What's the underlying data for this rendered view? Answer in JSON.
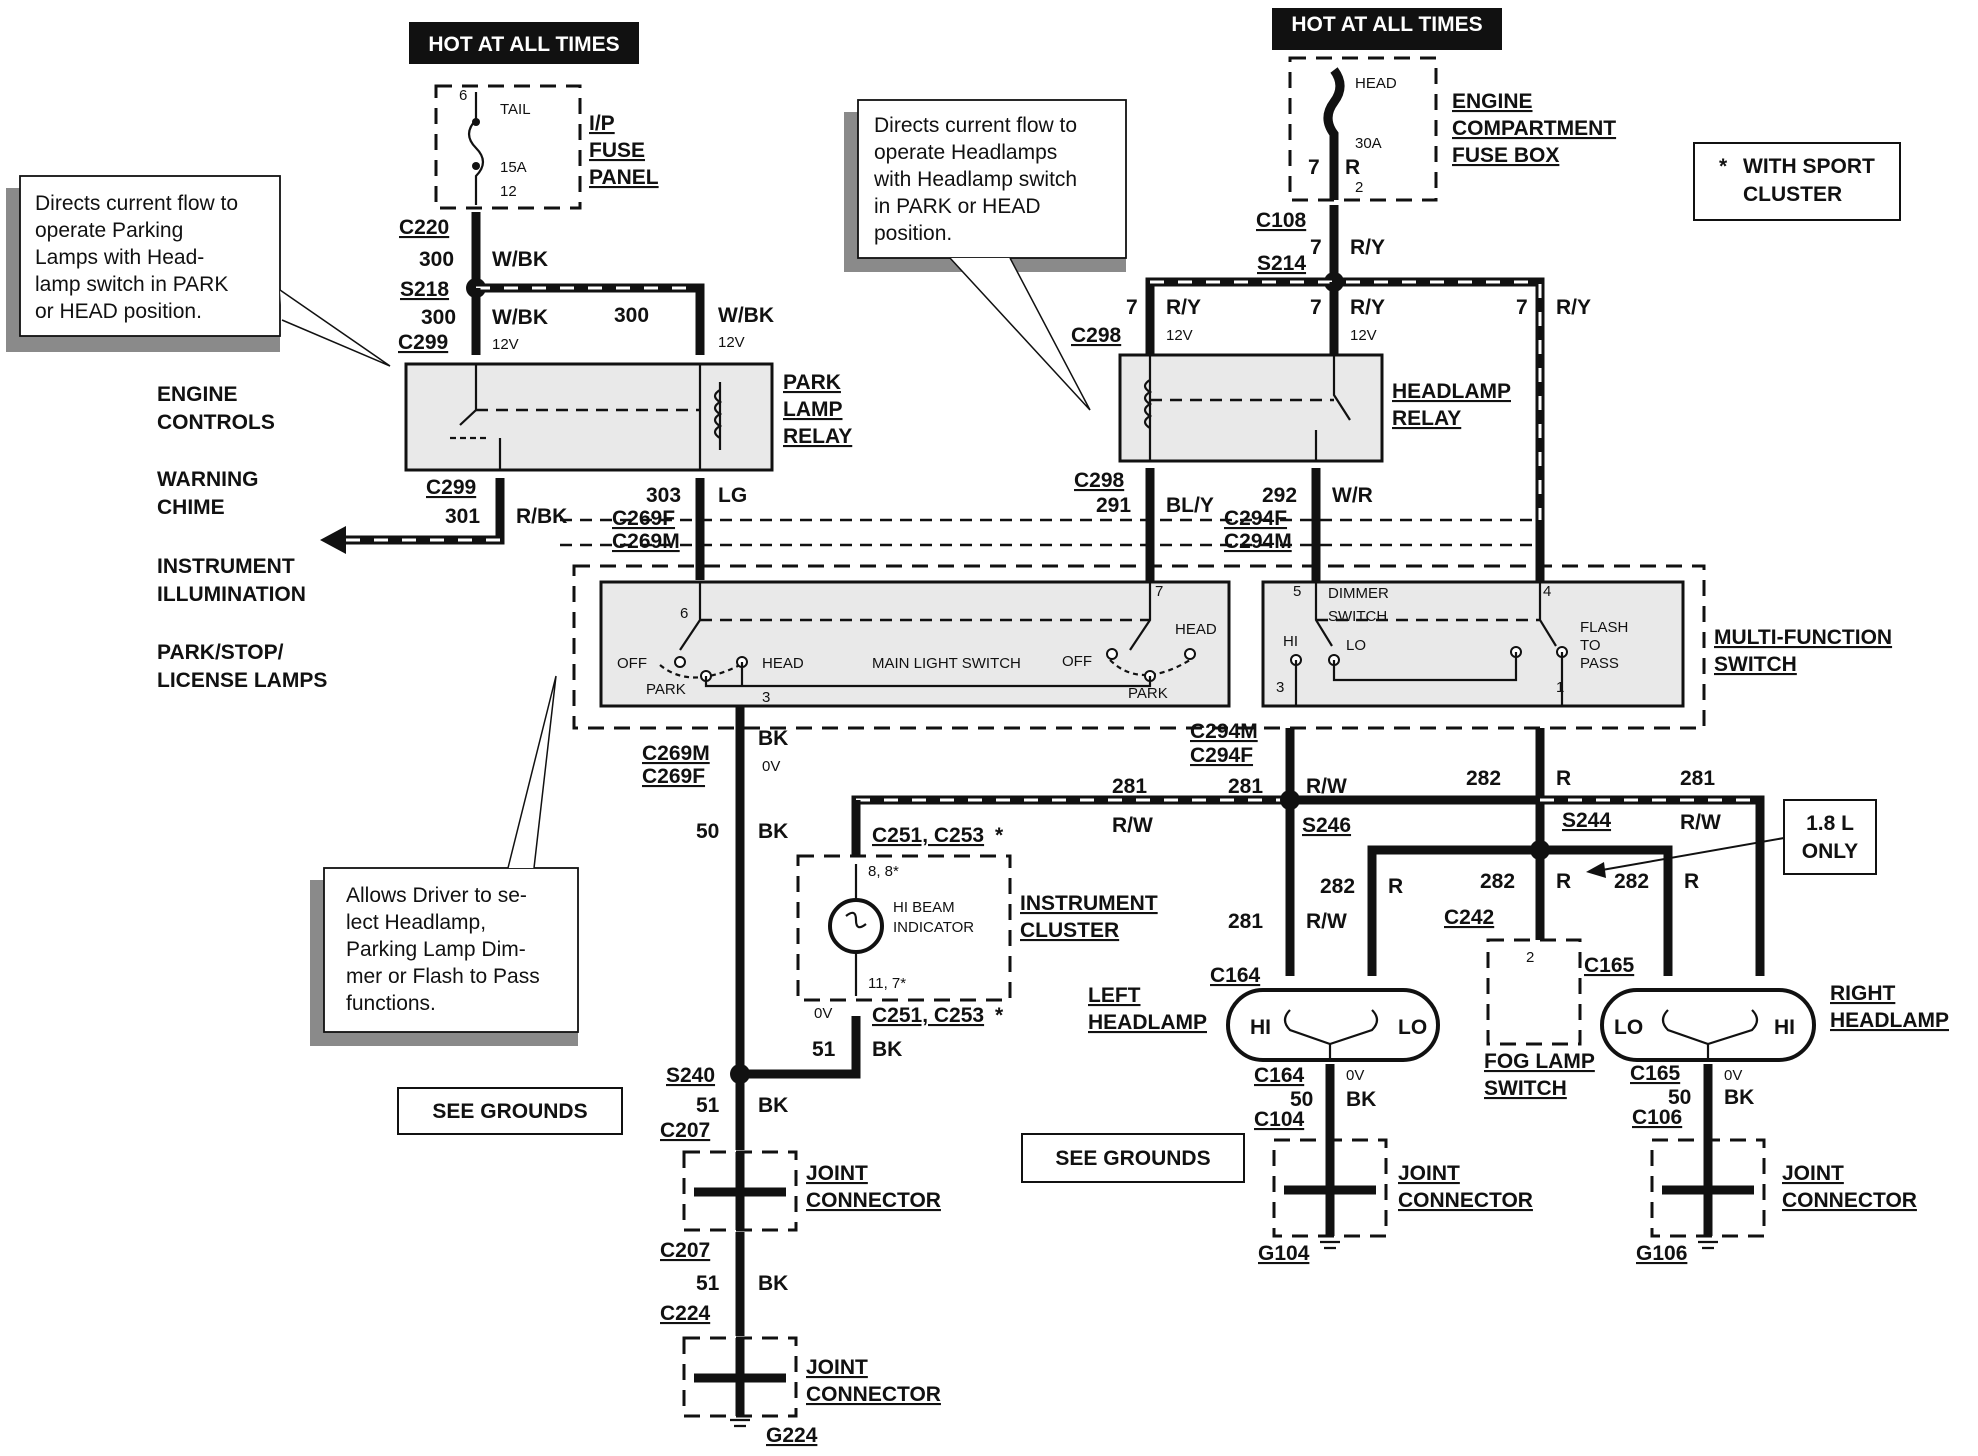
{
  "hot_at_all_times": [
    "HOT AT ALL TIMES",
    "HOT AT ALL TIMES"
  ],
  "legend": {
    "star": "*",
    "text1": "WITH SPORT",
    "text2": "CLUSTER"
  },
  "callouts": {
    "parking": [
      "Directs current flow to",
      "operate      Parking",
      "Lamps   with   Head-",
      "lamp switch in PARK",
      "or HEAD position."
    ],
    "headlamps": [
      "Directs current flow to",
      "operate   Headlamps",
      "with Headlamp switch",
      "in   PARK   or   HEAD",
      "position."
    ],
    "driver": [
      "Allows Driver to se-",
      "lect        Headlamp,",
      "Parking Lamp Dim-",
      "mer or Flash to Pass",
      "functions."
    ],
    "one_eight": [
      "1.8 L",
      "ONLY"
    ]
  },
  "components": {
    "ip_fuse_panel": [
      "I/P",
      "FUSE",
      "PANEL"
    ],
    "ip_fuse_inner": {
      "pin_top": "6",
      "name": "TAIL",
      "rating": "15A",
      "pin_bottom": "12"
    },
    "engine_fuse_box": [
      "ENGINE",
      "COMPARTMENT",
      "FUSE BOX"
    ],
    "engine_fuse_inner": {
      "name": "HEAD",
      "rating": "30A",
      "pin_left": "7",
      "wire": "R",
      "pin_bottom": "2"
    },
    "park_lamp_relay": [
      "PARK",
      "LAMP",
      "RELAY"
    ],
    "headlamp_relay": [
      "HEADLAMP",
      "RELAY"
    ],
    "multi_function_switch": [
      "MULTI-FUNCTION",
      "SWITCH"
    ],
    "instrument_cluster": [
      "INSTRUMENT",
      "CLUSTER"
    ],
    "left_headlamp": [
      "LEFT",
      "HEADLAMP"
    ],
    "right_headlamp": [
      "RIGHT",
      "HEADLAMP"
    ],
    "fog_lamp_switch": [
      "FOG LAMP",
      "SWITCH"
    ],
    "joint_connector": [
      "JOINT",
      "CONNECTOR"
    ],
    "hi_beam_indicator": [
      "HI BEAM",
      "INDICATOR"
    ]
  },
  "left_labels": [
    "ENGINE",
    "CONTROLS",
    "WARNING",
    "CHIME",
    "INSTRUMENT",
    "ILLUMINATION",
    "PARK/STOP/",
    "LICENSE LAMPS"
  ],
  "see_grounds": "SEE GROUNDS",
  "switch_labels": {
    "off": "OFF",
    "park": "PARK",
    "head": "HEAD",
    "main_light_switch": "MAIN LIGHT SWITCH",
    "dimmer": "DIMMER",
    "switch": "SWITCH",
    "hi": "HI",
    "lo": "LO",
    "flash": "FLASH",
    "to": "TO",
    "pass": "PASS",
    "pin6": "6",
    "pin7": "7",
    "pin3": "3",
    "pin5": "5",
    "pin4": "4",
    "pin1": "1"
  },
  "connectors": {
    "c220": "C220",
    "s218": "S218",
    "c299a": "C299",
    "c299b": "C299",
    "c269f": "C269F",
    "c269m": "C269M",
    "c269m2": "C269M",
    "c269f2": "C269F",
    "c108": "C108",
    "s214": "S214",
    "c298a": "C298",
    "c298b": "C298",
    "c294f": "C294F",
    "c294m": "C294M",
    "c294m2": "C294M",
    "c294f2": "C294F",
    "c251a": "C251, C253",
    "c251b": "C251, C253",
    "star": "*",
    "s246": "S246",
    "s244": "S244",
    "s240": "S240",
    "c207a": "C207",
    "c207b": "C207",
    "c224": "C224",
    "g224": "G224",
    "c164a": "C164",
    "c164b": "C164",
    "c104": "C104",
    "g104": "G104",
    "c165a": "C165",
    "c165b": "C165",
    "c106": "C106",
    "g106": "G106",
    "c242": "C242"
  },
  "wires": {
    "n300": "300",
    "wbk": "W/BK",
    "v12": "12V",
    "n303": "303",
    "lg": "LG",
    "n301": "301",
    "rbk": "R/BK",
    "n7": "7",
    "ry": "R/Y",
    "n291": "291",
    "bly": "BL/Y",
    "n292": "292",
    "wr": "W/R",
    "bk": "BK",
    "v0": "0V",
    "n50": "50",
    "n51": "51",
    "n281": "281",
    "rw": "R/W",
    "n282": "282",
    "r": "R",
    "pins_88": "8, 8*",
    "pins_117": "11, 7*",
    "pin2": "2",
    "hi": "HI",
    "lo": "LO"
  }
}
